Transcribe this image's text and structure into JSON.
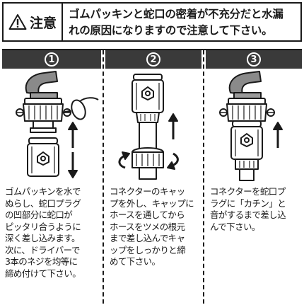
{
  "notice": {
    "label": "注意",
    "text_lines": [
      "ゴムパッキンと蛇口の密着が不充分だと水漏",
      "れの原因になりますので注意して下さい。"
    ],
    "icon": "warning-triangle-icon"
  },
  "steps": [
    {
      "number": "1",
      "description_lines": [
        "ゴムパッキンを水で",
        "ぬらし、蛇口プラグ",
        "の凹部分に蛇口が",
        "ピッタリ合うように",
        "深く差し込みます。",
        "次に、ドライバーで",
        "3本のネジを均等に",
        "締め付けて下さい。"
      ]
    },
    {
      "number": "2",
      "description_lines": [
        "コネクターのキャッ",
        "プを外し、キャップに",
        "ホースを通してから",
        "ホースをツメの根元",
        "まで差し込んでキャ",
        "ップをしっかりと締",
        "めて下さい。"
      ]
    },
    {
      "number": "3",
      "description_lines": [
        "コネクターを蛇口プ",
        "ラグに「カチン」と",
        "音がするまで差し込",
        "んで下さい。"
      ]
    }
  ],
  "colors": {
    "header_bg": "#3a3a3a",
    "line": "#1a1a1a",
    "part_fill": "#ffffff"
  }
}
